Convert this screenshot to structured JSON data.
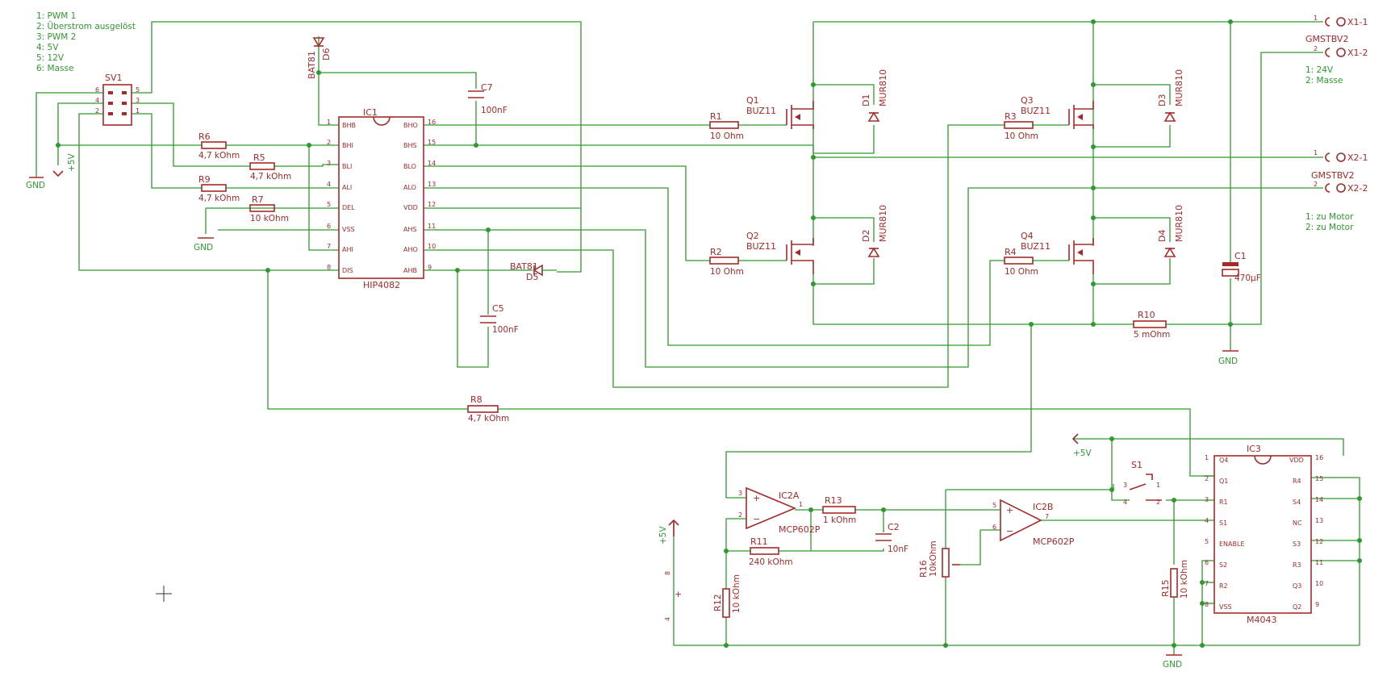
{
  "notes": {
    "sv1_pins": [
      "1: PWM 1",
      "2: Überstrom ausgelöst",
      "3: PWM 2",
      "4: 5V",
      "5: 12V",
      "6: Masse"
    ],
    "x1_pins": [
      "1: 24V",
      "2: Masse"
    ],
    "x2_pins": [
      "1: zu Motor",
      "2: zu Motor"
    ]
  },
  "ic1": {
    "name": "IC1",
    "value": "HIP4082",
    "left_pins": [
      {
        "n": "1",
        "name": "BHB"
      },
      {
        "n": "2",
        "name": "BHI"
      },
      {
        "n": "3",
        "name": "BLI"
      },
      {
        "n": "4",
        "name": "ALI"
      },
      {
        "n": "5",
        "name": "DEL"
      },
      {
        "n": "6",
        "name": "VSS"
      },
      {
        "n": "7",
        "name": "AHI"
      },
      {
        "n": "8",
        "name": "DIS"
      }
    ],
    "right_pins": [
      {
        "n": "16",
        "name": "BHO"
      },
      {
        "n": "15",
        "name": "BHS"
      },
      {
        "n": "14",
        "name": "BLO"
      },
      {
        "n": "13",
        "name": "ALO"
      },
      {
        "n": "12",
        "name": "VDD"
      },
      {
        "n": "11",
        "name": "AHS"
      },
      {
        "n": "10",
        "name": "AHO"
      },
      {
        "n": "9",
        "name": "AHB"
      }
    ]
  },
  "ic3": {
    "name": "IC3",
    "value": "M4043",
    "left_pins": [
      {
        "n": "1",
        "name": "Q4"
      },
      {
        "n": "2",
        "name": "Q1"
      },
      {
        "n": "3",
        "name": "R1"
      },
      {
        "n": "4",
        "name": "S1"
      },
      {
        "n": "5",
        "name": "ENABLE"
      },
      {
        "n": "6",
        "name": "S2"
      },
      {
        "n": "7",
        "name": "R2"
      },
      {
        "n": "8",
        "name": "VSS"
      }
    ],
    "right_pins": [
      {
        "n": "16",
        "name": "VDD"
      },
      {
        "n": "15",
        "name": "R4"
      },
      {
        "n": "14",
        "name": "S4"
      },
      {
        "n": "13",
        "name": "NC"
      },
      {
        "n": "12",
        "name": "S3"
      },
      {
        "n": "11",
        "name": "R3"
      },
      {
        "n": "10",
        "name": "Q3"
      },
      {
        "n": "9",
        "name": "Q2"
      }
    ]
  },
  "connector_sv1": {
    "name": "SV1",
    "pins_left": [
      "6",
      "4",
      "2"
    ],
    "pins_right": [
      "5",
      "3",
      "1"
    ]
  },
  "resistors": [
    {
      "name": "R1",
      "value": "10 Ohm"
    },
    {
      "name": "R2",
      "value": "10 Ohm"
    },
    {
      "name": "R3",
      "value": "10 Ohm"
    },
    {
      "name": "R4",
      "value": "10 Ohm"
    },
    {
      "name": "R5",
      "value": "4,7 kOhm"
    },
    {
      "name": "R6",
      "value": "4,7 kOhm"
    },
    {
      "name": "R7",
      "value": "10 kOhm"
    },
    {
      "name": "R8",
      "value": "4,7 kOhm"
    },
    {
      "name": "R9",
      "value": "4,7 kOhm"
    },
    {
      "name": "R10",
      "value": "5 mOhm"
    },
    {
      "name": "R11",
      "value": "240 kOhm"
    },
    {
      "name": "R12",
      "value": "10 kOhm"
    },
    {
      "name": "R13",
      "value": "1 kOhm"
    },
    {
      "name": "R15",
      "value": "10 kOhm"
    },
    {
      "name": "R16",
      "value": "10kOhm"
    }
  ],
  "capacitors": [
    {
      "name": "C1",
      "value": "470µF"
    },
    {
      "name": "C2",
      "value": "10nF"
    },
    {
      "name": "C5",
      "value": "100nF"
    },
    {
      "name": "C7",
      "value": "100nF"
    }
  ],
  "mosfets": [
    {
      "name": "Q1",
      "value": "BUZ11"
    },
    {
      "name": "Q2",
      "value": "BUZ11"
    },
    {
      "name": "Q3",
      "value": "BUZ11"
    },
    {
      "name": "Q4",
      "value": "BUZ11"
    }
  ],
  "diodes": [
    {
      "name": "D1",
      "value": "MUR810"
    },
    {
      "name": "D2",
      "value": "MUR810"
    },
    {
      "name": "D3",
      "value": "MUR810"
    },
    {
      "name": "D4",
      "value": "MUR810"
    },
    {
      "name": "D5",
      "value": "BAT81"
    },
    {
      "name": "D6",
      "value": "BAT81"
    }
  ],
  "opamps": [
    {
      "name": "IC2A",
      "value": "MCP602P"
    },
    {
      "name": "IC2B",
      "value": "MCP602P"
    }
  ],
  "switch": {
    "name": "S1",
    "pins": [
      "1",
      "2",
      "3",
      "4"
    ]
  },
  "connectors": [
    {
      "pin": "1",
      "label": "X1-1"
    },
    {
      "pin": "2",
      "label": "X1-2",
      "value": "GMSTBV2"
    },
    {
      "pin": "1",
      "label": "X2-1"
    },
    {
      "pin": "2",
      "label": "X2-2",
      "value": "GMSTBV2"
    }
  ],
  "supplies": {
    "gnd": "GND",
    "vcc": "+5V"
  },
  "pin_numbers": {
    "p1": "1",
    "p2": "2",
    "p3": "3",
    "p4": "4",
    "p5": "5",
    "p6": "6",
    "p7": "7",
    "p8": "8"
  }
}
